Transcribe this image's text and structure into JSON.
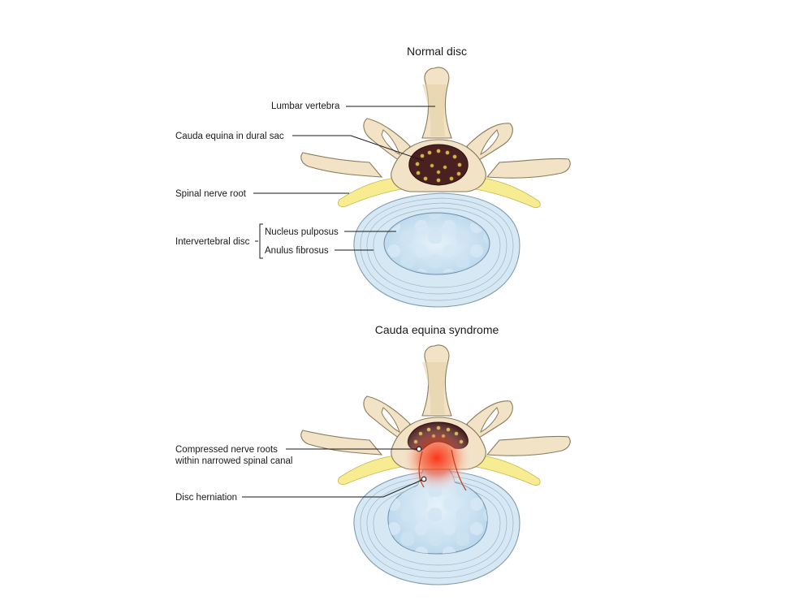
{
  "diagrams": [
    {
      "title": "Normal disc",
      "labels": {
        "lumbar_vertebra": "Lumbar vertebra",
        "cauda_equina": "Cauda equina in dural sac",
        "spinal_nerve_root": "Spinal nerve root",
        "intervertebral_disc": "Intervertebral disc",
        "nucleus_pulposus": "Nucleus pulposus",
        "anulus_fibrosus": "Anulus fibrosus"
      }
    },
    {
      "title": "Cauda equina syndrome",
      "labels": {
        "compressed_line1": "Compressed nerve roots",
        "compressed_line2": "within narrowed spinal canal",
        "disc_herniation": "Disc herniation"
      }
    }
  ],
  "colors": {
    "bone": "#f2e3c6",
    "disc": "#d6e8f3",
    "nucleus": "#bfdcef",
    "nerve": "#f8ec92",
    "dural_sac": "#4b2020",
    "inflammation": "#e8321e"
  }
}
